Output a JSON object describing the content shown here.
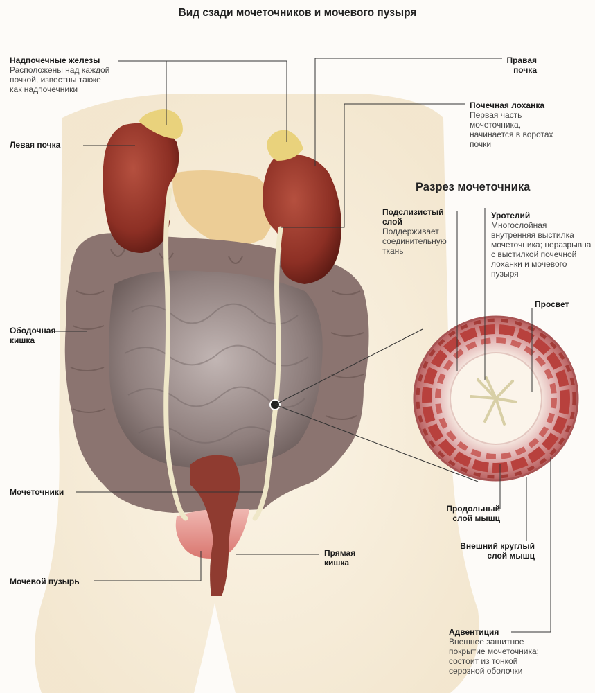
{
  "title": "Вид сзади мочеточников и мочевого пузыря",
  "section_title": "Разрез мочеточника",
  "labels": {
    "adrenal": {
      "title": "Надпочечные железы",
      "desc": [
        "Расположены над каждой",
        "почкой, известны также",
        "как надпочечники"
      ]
    },
    "left_kidney": {
      "title": "Левая почка"
    },
    "right_kidney": {
      "title": "Правая",
      "title2": "почка"
    },
    "pelvis": {
      "title": "Почечная лоханка",
      "desc": [
        "Первая часть",
        "мочеточника,",
        "начинается в воротах",
        "почки"
      ]
    },
    "colon": {
      "title": "Ободочная",
      "title2": "кишка"
    },
    "ureters": {
      "title": "Мочеточники"
    },
    "bladder": {
      "title": "Мочевой пузырь"
    },
    "rectum": {
      "title": "Прямая",
      "title2": "кишка"
    },
    "submucosa": {
      "title": "Подслизистый",
      "title2": "слой",
      "desc": [
        "Поддерживает",
        "соединительную",
        "ткань"
      ]
    },
    "urothelium": {
      "title": "Уротелий",
      "desc": [
        "Многослойная",
        "внутренняя выстилка",
        "мочеточника; неразрывна",
        "с выстилкой почечной",
        "лоханки и мочевого",
        "пузыря"
      ]
    },
    "lumen": {
      "title": "Просвет"
    },
    "longitudinal": {
      "title": "Продольный",
      "title2": "слой мышц"
    },
    "circular": {
      "title": "Внешний круглый",
      "title2": "слой мышц"
    },
    "adventitia": {
      "title": "Адвентиция",
      "desc": [
        "Внешнее защитное",
        "покрытие мочеточника;",
        "состоит из тонкой",
        "серозной оболочки"
      ]
    }
  },
  "colors": {
    "kidney": "#8c2f24",
    "adrenal": "#e9d27c",
    "pancreas": "#eccd96",
    "intestine": "#8f7f7d",
    "colon": "#8b7470",
    "ureter": "#efe7c8",
    "bladder": "#e79a97",
    "rectum": "#8f3b30",
    "leader": "#333333",
    "body": "#f6ead2"
  },
  "icons": [
    "cross-section-circle",
    "pointer-dot"
  ]
}
